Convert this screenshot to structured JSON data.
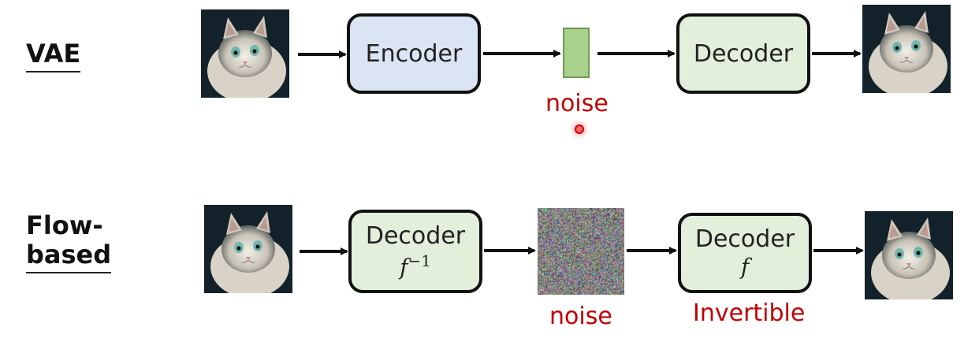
{
  "rows": {
    "vae": {
      "label": "VAE",
      "encoder_label": "Encoder",
      "decoder_label": "Decoder",
      "noise_caption": "noise"
    },
    "flow": {
      "label_line1": "Flow-",
      "label_line2": "based",
      "inverse_decoder_label": "Decoder",
      "inverse_decoder_math": "f",
      "inverse_decoder_exponent": "−1",
      "decoder_label": "Decoder",
      "decoder_math": "f",
      "noise_caption": "noise",
      "invertible_caption": "Invertible"
    }
  },
  "colors": {
    "encoder_fill": "#dae4f3",
    "decoder_fill": "#e2efda",
    "latent_fill": "#a9d18e",
    "caption_red": "#c00000",
    "outline": "#111111"
  },
  "icons": {
    "input_image": "cat-photo",
    "output_image": "cat-photo",
    "noise_image": "random-noise-texture",
    "cursor": "laser-pointer-dot"
  }
}
